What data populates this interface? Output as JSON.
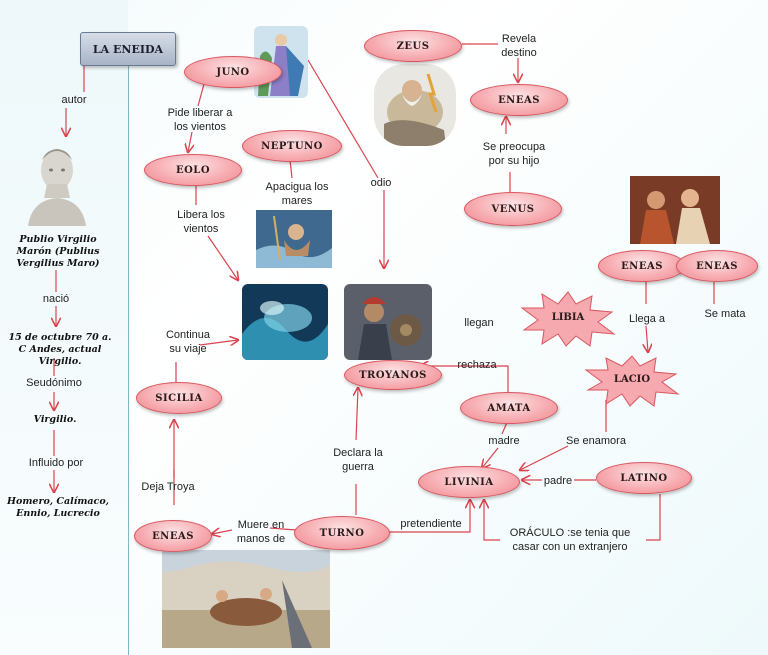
{
  "title": "LA ENEIDA",
  "left": {
    "autor": "autor",
    "author_name": "Publio Virgilio Marón (Publius Vergilius Maro)",
    "nacio": "nació",
    "birth": "15 de octubre 70 a. C Andes, actual Virgilio.",
    "seudonimo": "Seudónimo",
    "pseudonym": "Virgilio.",
    "influido": "Influido por",
    "influences": "Homero, Calímaco, Ennio, Lucrecio"
  },
  "nodes": {
    "juno": "JUNO",
    "zeus": "ZEUS",
    "eneas_top": "ENEAS",
    "neptuno": "NEPTUNO",
    "eolo": "EOLO",
    "venus": "VENUS",
    "eneas_right1": "ENEAS",
    "eneas_right2": "ENEAS",
    "libia": "LIBIA",
    "lacio": "LACIO",
    "troyanos": "TROYANOS",
    "sicilia": "SICILIA",
    "amata": "AMATA",
    "livinia": "LIVINIA",
    "latino": "LATINO",
    "turno": "TURNO",
    "eneas_bottom": "ENEAS"
  },
  "labels": {
    "revela": "Revela destino",
    "pide": "Pide liberar a los vientos",
    "apacigua": "Apacigua los mares",
    "odio": "odio",
    "preocupa": "Se preocupa por su hijo",
    "libera": "Libera los vientos",
    "continua": "Continua su viaje",
    "llegan": "llegan",
    "llega_a": "Llega a",
    "se_mata": "Se mata",
    "rechaza": "rechaza",
    "madre": "madre",
    "enamora": "Se enamora",
    "padre": "padre",
    "declara": "Declara la guerra",
    "deja": "Deja Troya",
    "muere": "Muere en manos de",
    "pretendiente": "pretendiente",
    "oraculo": "ORÁCULO :se tenia que casar  con un extranjero"
  },
  "colors": {
    "node_fill": "#f6a9ae",
    "node_border": "#d9565f",
    "arrow": "#d9444f"
  }
}
